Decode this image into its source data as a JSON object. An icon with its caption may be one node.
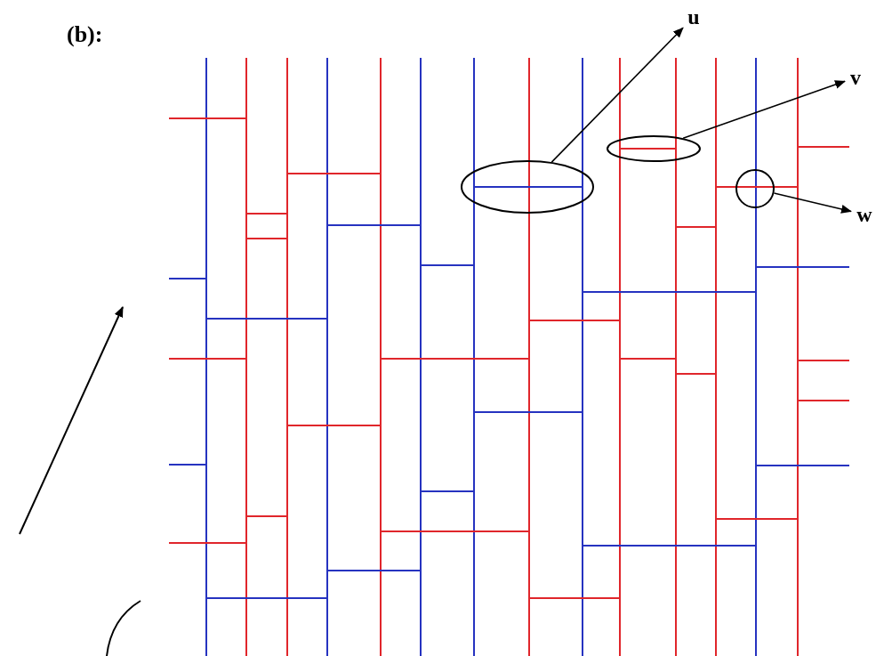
{
  "diagram": {
    "nodes": [
      {
        "text": [
          "u"
        ]
      },
      {
        "text": [
          "v"
        ]
      },
      {
        "text": [
          "w"
        ]
      },
      {
        "text": [],
        "shape": "ellipse"
      },
      {
        "text": [],
        "shape": "ellipse"
      },
      {
        "text": [],
        "shape": "circle"
      }
    ],
    "edges": [
      {
        "from": 3,
        "to": 0,
        "arrow": "to"
      },
      {
        "from": 4,
        "to": 1,
        "arrow": "to"
      },
      {
        "from": 5,
        "to": 2,
        "arrow": "to"
      }
    ],
    "labels": [
      "(b):"
    ]
  }
}
